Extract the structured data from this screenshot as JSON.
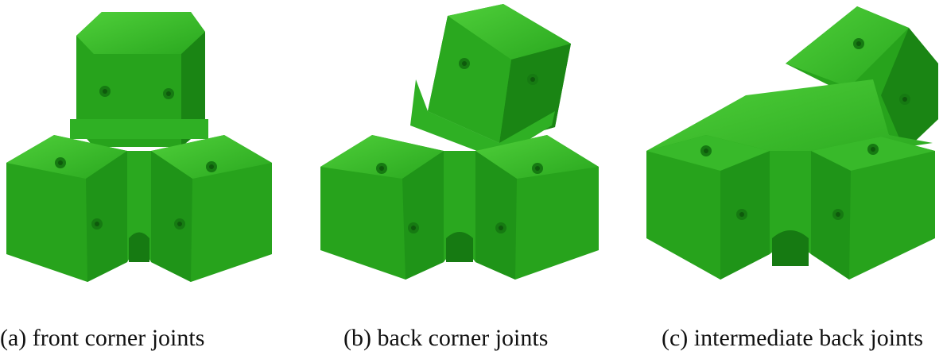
{
  "figure": {
    "panels": [
      {
        "caption": "(a) front corner joints"
      },
      {
        "caption": "(b) back corner joints"
      },
      {
        "caption": "(c) intermediate back joints"
      }
    ],
    "colors": {
      "green_light": "#3fbf2e",
      "green_mid": "#27a31c",
      "green_dark": "#167a12",
      "green_shadow": "#0e5a0c",
      "background": "#ffffff"
    }
  }
}
